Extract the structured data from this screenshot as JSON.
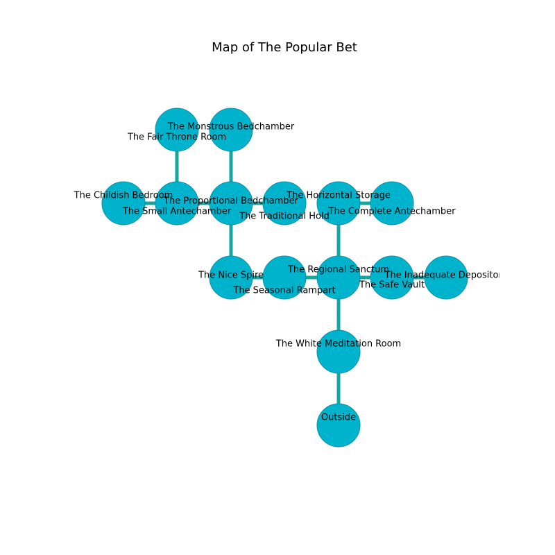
{
  "title": "Map of The Popular Bet",
  "colors": {
    "node": "#00b3cc",
    "edge": "#17a5a0"
  },
  "rooms": [
    {
      "id": "fair-throne-room",
      "label": "The Fair Throne Room"
    },
    {
      "id": "monstrous-bedchamber",
      "label": "The Monstrous Bedchamber"
    },
    {
      "id": "childish-bedroom",
      "label": "The Childish Bedroom"
    },
    {
      "id": "small-antechamber",
      "label": "The Small Antechamber"
    },
    {
      "id": "proportional-bedchamber",
      "label": "The Proportional Bedchamber"
    },
    {
      "id": "traditional-hold",
      "label": "The Traditional Hold"
    },
    {
      "id": "horizontal-storage",
      "label": "The Horizontal Storage"
    },
    {
      "id": "complete-antechamber",
      "label": "The Complete Antechamber"
    },
    {
      "id": "nice-spire",
      "label": "The Nice Spire"
    },
    {
      "id": "seasonal-rampart",
      "label": "The Seasonal Rampart"
    },
    {
      "id": "regional-sanctum",
      "label": "The Regional Sanctum"
    },
    {
      "id": "safe-vault",
      "label": "The Safe Vault"
    },
    {
      "id": "inadequate-depository",
      "label": "The Inadequate Depository"
    },
    {
      "id": "white-meditation-room",
      "label": "The White Meditation Room"
    },
    {
      "id": "outside",
      "label": "Outside"
    }
  ],
  "connections": [
    [
      "fair-throne-room",
      "small-antechamber"
    ],
    [
      "monstrous-bedchamber",
      "proportional-bedchamber"
    ],
    [
      "childish-bedroom",
      "small-antechamber"
    ],
    [
      "small-antechamber",
      "proportional-bedchamber"
    ],
    [
      "proportional-bedchamber",
      "traditional-hold"
    ],
    [
      "proportional-bedchamber",
      "nice-spire"
    ],
    [
      "horizontal-storage",
      "complete-antechamber"
    ],
    [
      "horizontal-storage",
      "regional-sanctum"
    ],
    [
      "nice-spire",
      "seasonal-rampart"
    ],
    [
      "seasonal-rampart",
      "regional-sanctum"
    ],
    [
      "regional-sanctum",
      "safe-vault"
    ],
    [
      "safe-vault",
      "inadequate-depository"
    ],
    [
      "regional-sanctum",
      "white-meditation-room"
    ],
    [
      "white-meditation-room",
      "outside"
    ]
  ]
}
